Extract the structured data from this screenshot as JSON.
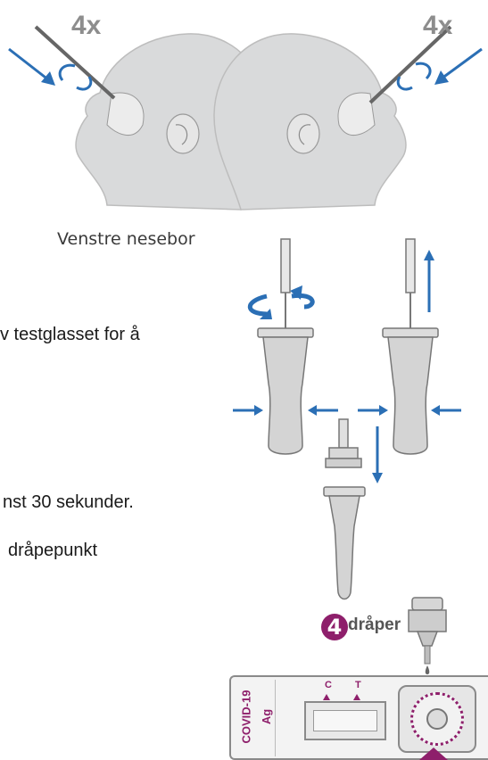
{
  "illustration_top": {
    "left_count": "4x",
    "right_count": "4x",
    "caption": "Venstre nesebor"
  },
  "instructions": {
    "line_1": "v testglasset for å",
    "line_2": "nst 30 sekunder.",
    "line_3": "dråpepunkt"
  },
  "drops_badge": {
    "number": "4",
    "label": "dråper"
  },
  "test_cassette": {
    "product_line_1": "COVID-19",
    "product_line_2": "Ag",
    "mark_c": "C",
    "mark_t": "T"
  },
  "colors": {
    "arrow_blue": "#2b6fb5",
    "magenta": "#8e1f6b",
    "silhouette": "#d9dadb",
    "outline": "#6e6e6e"
  }
}
